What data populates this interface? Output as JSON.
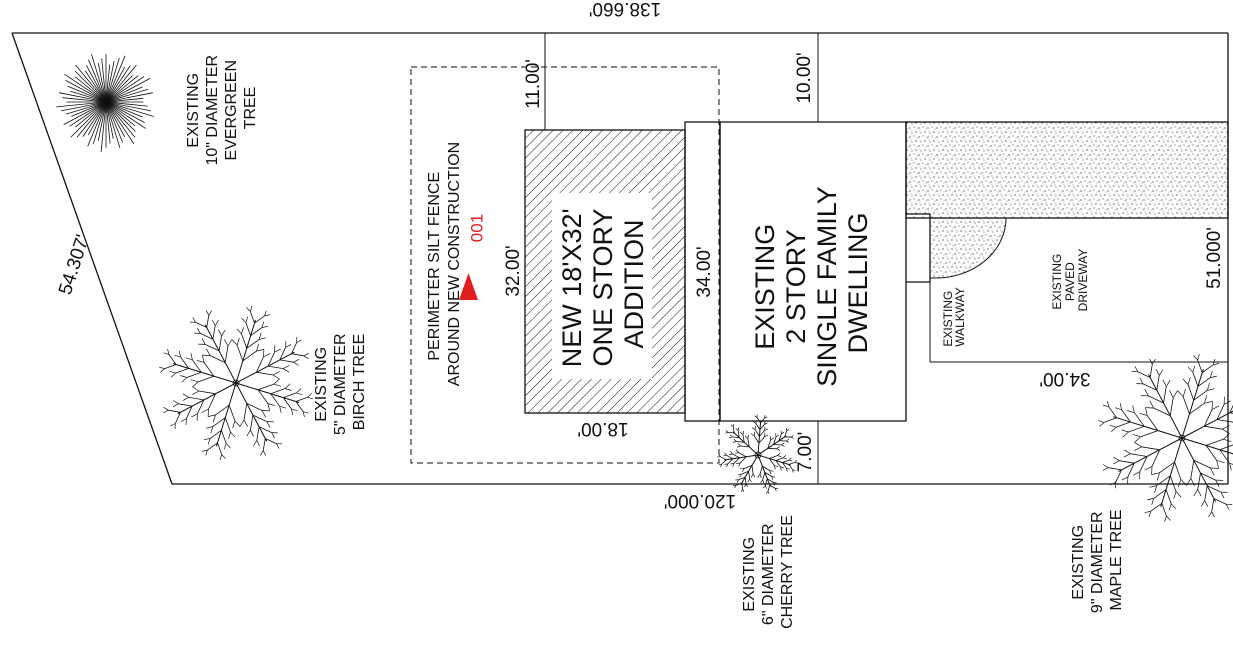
{
  "colors": {
    "line": "#111111",
    "marker": "#e02020",
    "background": "#ffffff"
  },
  "dimensions": {
    "top_lot_line": "138.660'",
    "left_lot_line": "54.307'",
    "bottom_lot_line": "120.000'",
    "right_lot_line": "51.000'",
    "setback_rear_addition": "11.00'",
    "setback_rear_dwelling": "10.00'",
    "setback_side_dwelling": "7.00'",
    "addition_length": "32.00'",
    "addition_width": "18.00'",
    "dwelling_length": "34.00'",
    "dwelling_width": "34.00'"
  },
  "structures": {
    "addition": [
      "NEW 18'X32'",
      "ONE STORY",
      "ADDITION"
    ],
    "dwelling": [
      "EXISTING",
      "2 STORY",
      "SINGLE FAMILY",
      "DWELLING"
    ],
    "driveway": [
      "EXISTING",
      "PAVED",
      "DRIVEWAY"
    ],
    "walkway": [
      "EXISTING",
      "WALKWAY"
    ]
  },
  "silt_fence": {
    "label": [
      "PERIMETER SILT FENCE",
      "AROUND NEW CONSTRUCTION"
    ],
    "marker_id": "001"
  },
  "trees": {
    "evergreen": [
      "EXISTING",
      "10\" DIAMETER",
      "EVERGREEN",
      "TREE"
    ],
    "birch": [
      "EXISTING",
      "5\" DIAMETER",
      "BIRCH TREE"
    ],
    "cherry": [
      "EXISTING",
      "6\" DIAMETER",
      "CHERRY TREE"
    ],
    "maple": [
      "EXISTING",
      "9\" DIAMETER",
      "MAPLE TREE"
    ]
  }
}
